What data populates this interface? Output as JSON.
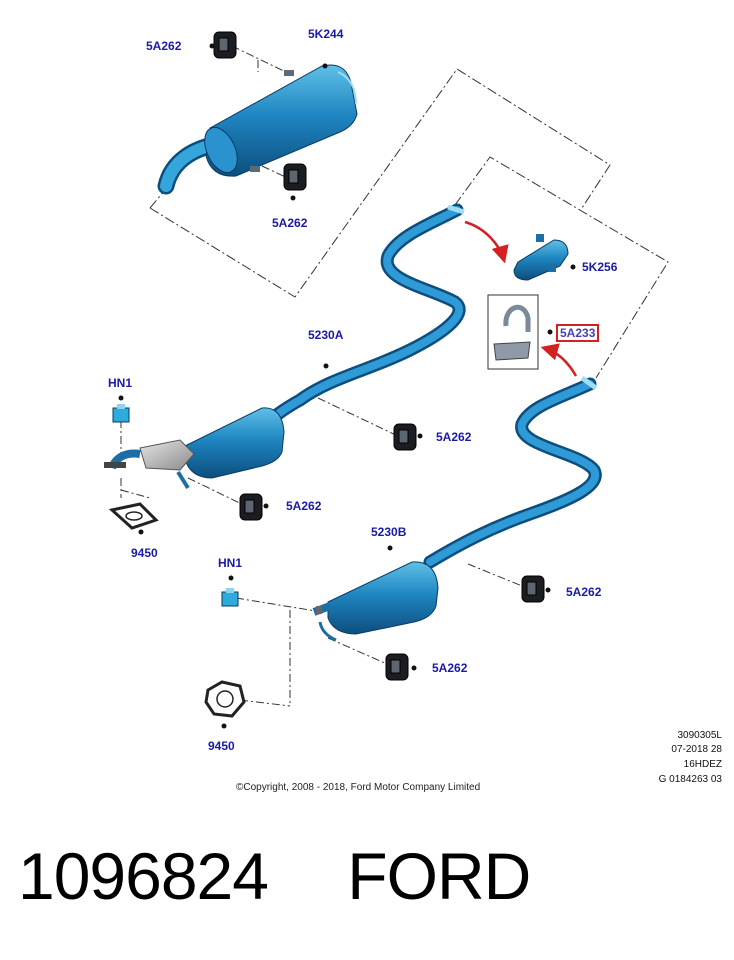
{
  "callouts": {
    "top_hanger_left": "5A262",
    "rear_muffler": "5K244",
    "top_hanger_lower": "5A262",
    "clamp_sleeve": "5K256",
    "clamp_kit": "5A233",
    "pipe_a": "5230A",
    "hn1_upper": "HN1",
    "hanger_mid_right": "5A262",
    "hanger_mid_left": "5A262",
    "gasket_upper": "9450",
    "pipe_b": "5230B",
    "hn1_lower": "HN1",
    "hanger_lower_right": "5A262",
    "hanger_lower_center": "5A262",
    "gasket_lower": "9450"
  },
  "reference": {
    "line1": "3090305L",
    "line2": "07-2018 28",
    "line3": "16HDEZ",
    "line4": "G 0184263 03"
  },
  "copyright": "©Copyright, 2008 - 2018, Ford Motor Company Limited",
  "footer": {
    "part_number": "1096824",
    "brand": "FORD"
  },
  "colors": {
    "part_blue": "#1f78b4",
    "callout_text": "#1a1aa6",
    "highlight_border": "#d42020",
    "arrow": "#d42020"
  }
}
